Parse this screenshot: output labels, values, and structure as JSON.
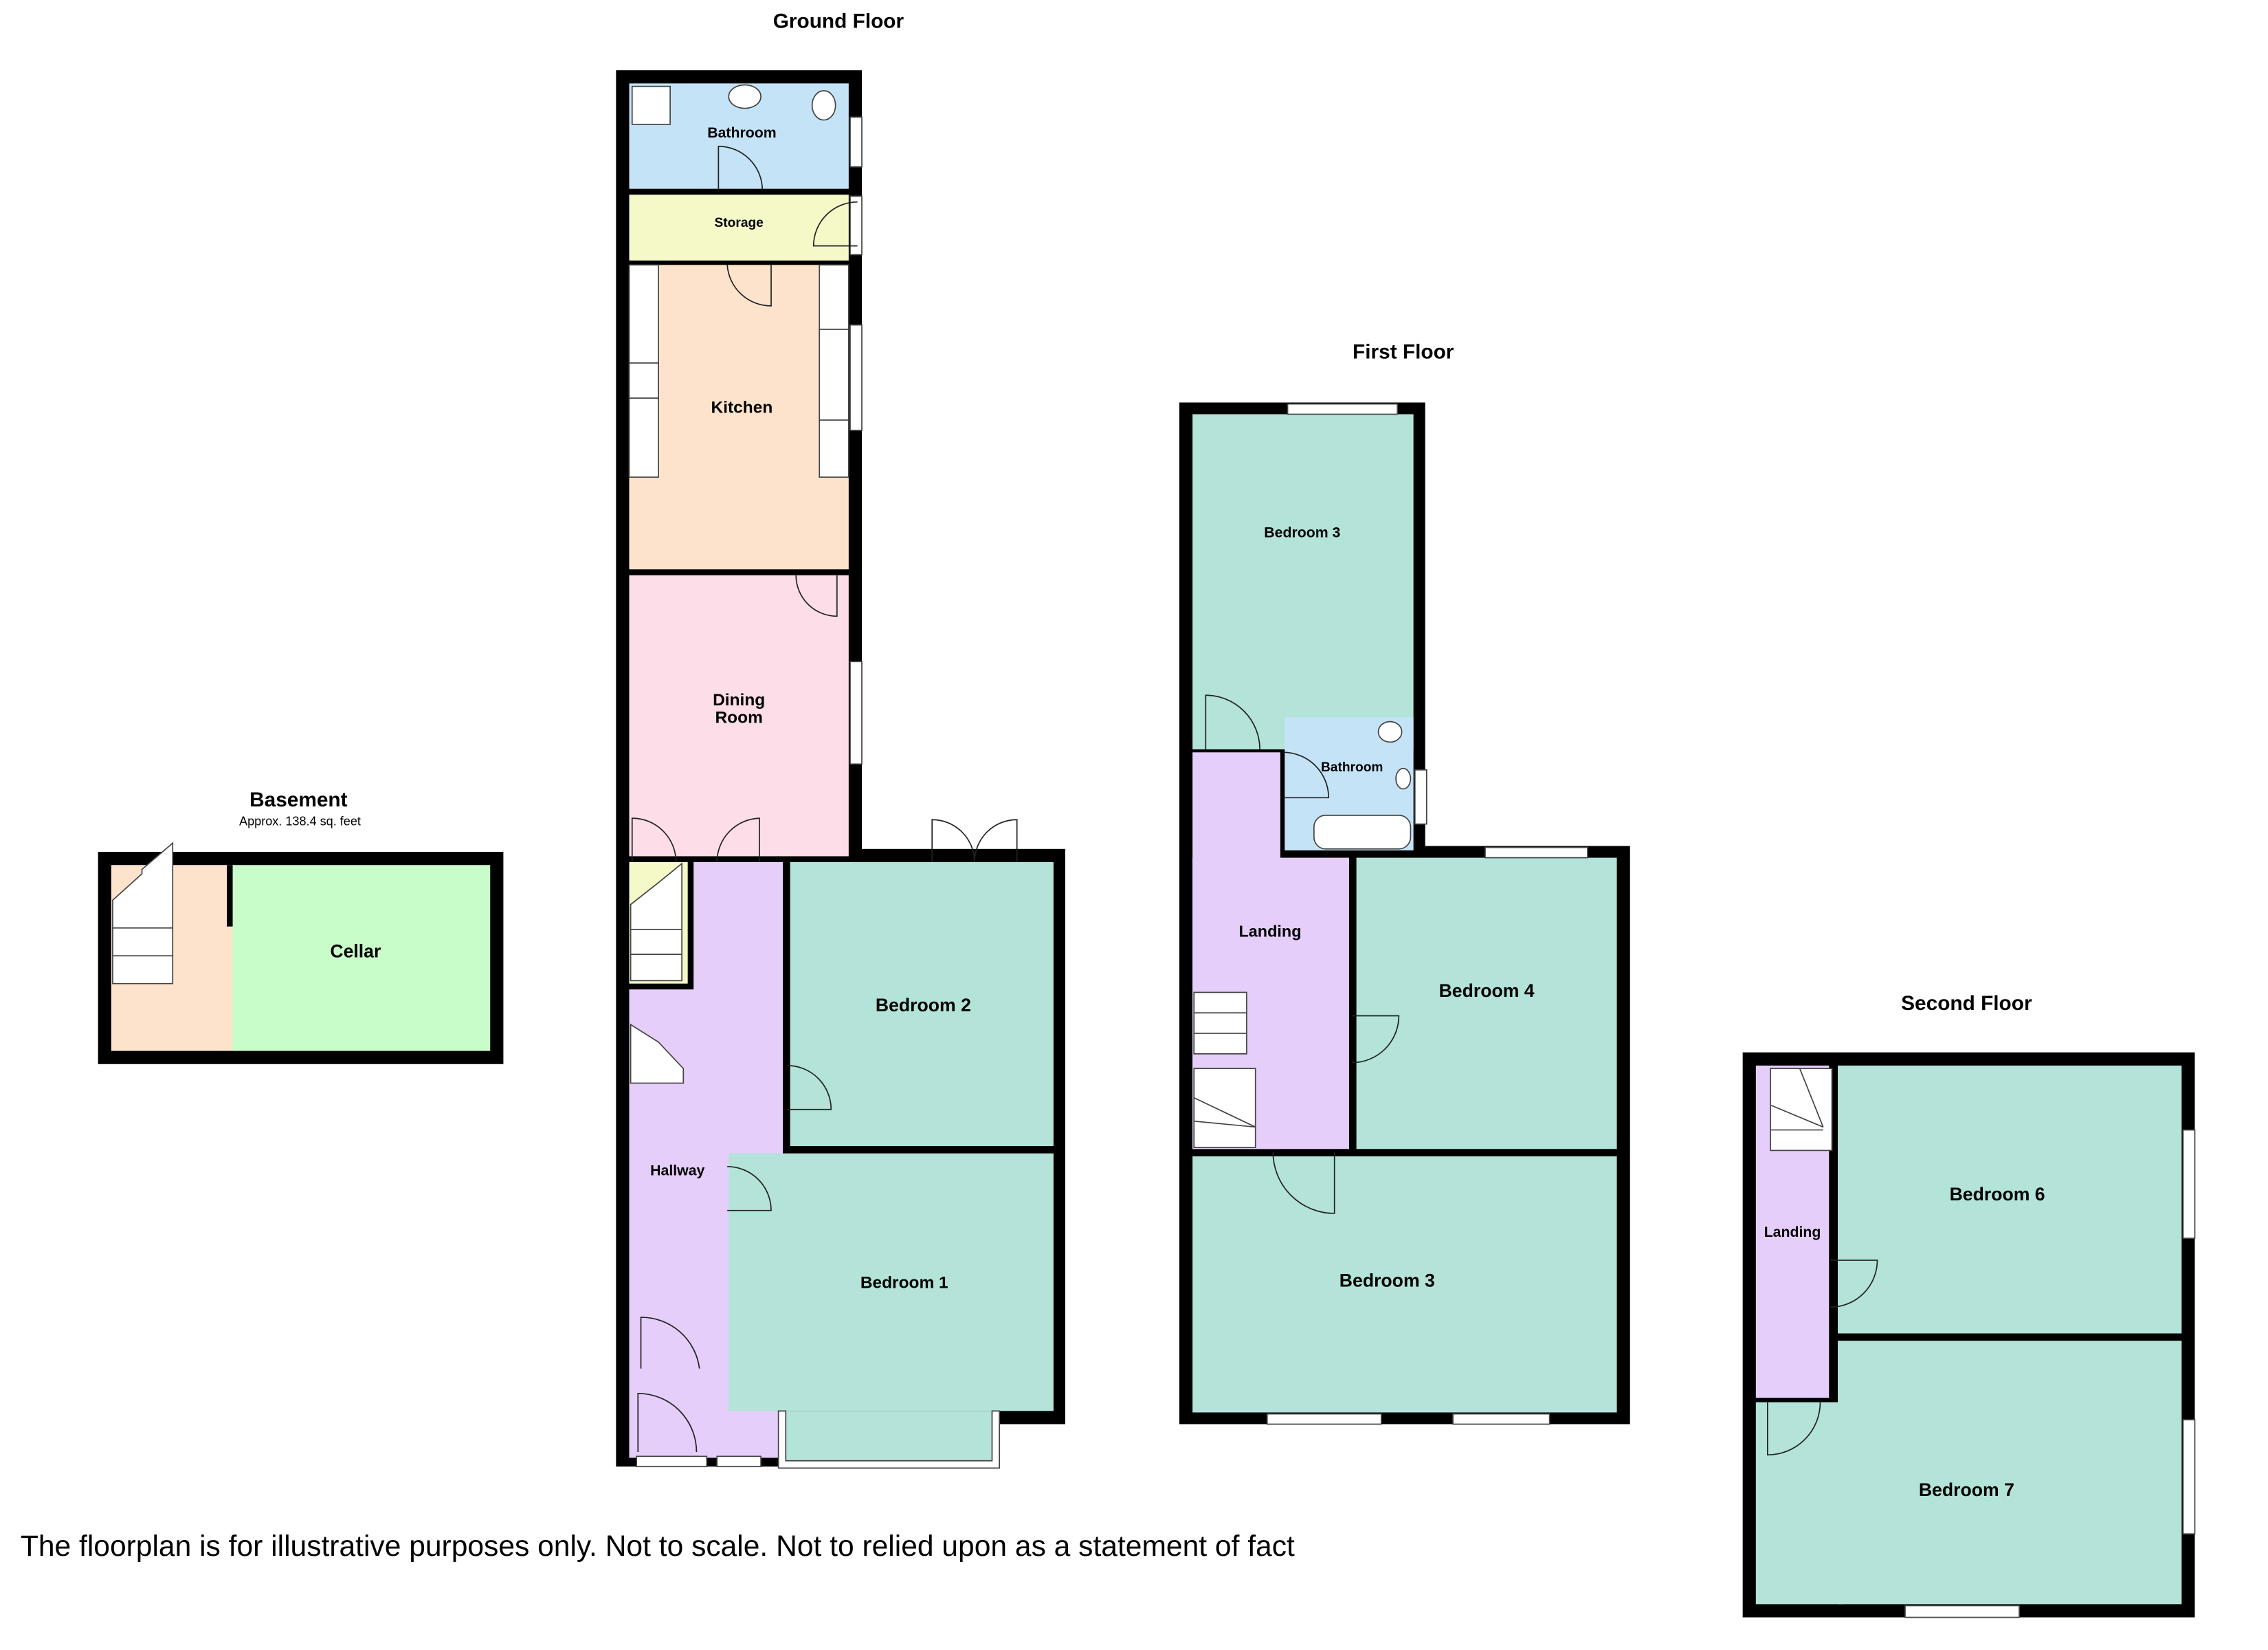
{
  "floors": {
    "basement": {
      "title": "Basement",
      "area": "Approx. 138.4 sq. feet",
      "rooms": {
        "cellar": "Cellar"
      }
    },
    "ground": {
      "title": "Ground Floor",
      "rooms": {
        "bathroom": "Bathroom",
        "storage": "Storage",
        "kitchen": "Kitchen",
        "dining_1": "Dining",
        "dining_2": "Room",
        "bedroom2": "Bedroom 2",
        "bedroom1": "Bedroom 1",
        "hallway": "Hallway"
      }
    },
    "first": {
      "title": "First Floor",
      "rooms": {
        "bedroom3_rear": "Bedroom 3",
        "bathroom": "Bathroom",
        "landing": "Landing",
        "bedroom4": "Bedroom 4",
        "bedroom3_front": "Bedroom 3"
      }
    },
    "second": {
      "title": "Second Floor",
      "rooms": {
        "landing": "Landing",
        "bedroom6": "Bedroom 6",
        "bedroom7": "Bedroom 7"
      }
    }
  },
  "disclaimer": "The floorplan is for illustrative purposes only. Not to scale. Not to relied upon as a statement of fact",
  "colors": {
    "wall": "#000000",
    "bathroom": "#c5e3f7",
    "storage": "#f5f9c8",
    "kitchen": "#fde3cb",
    "dining": "#fcdde8",
    "hallway": "#e5cefa",
    "bedroom": "#b3e3d9",
    "cellar": "#c8fcc8"
  }
}
